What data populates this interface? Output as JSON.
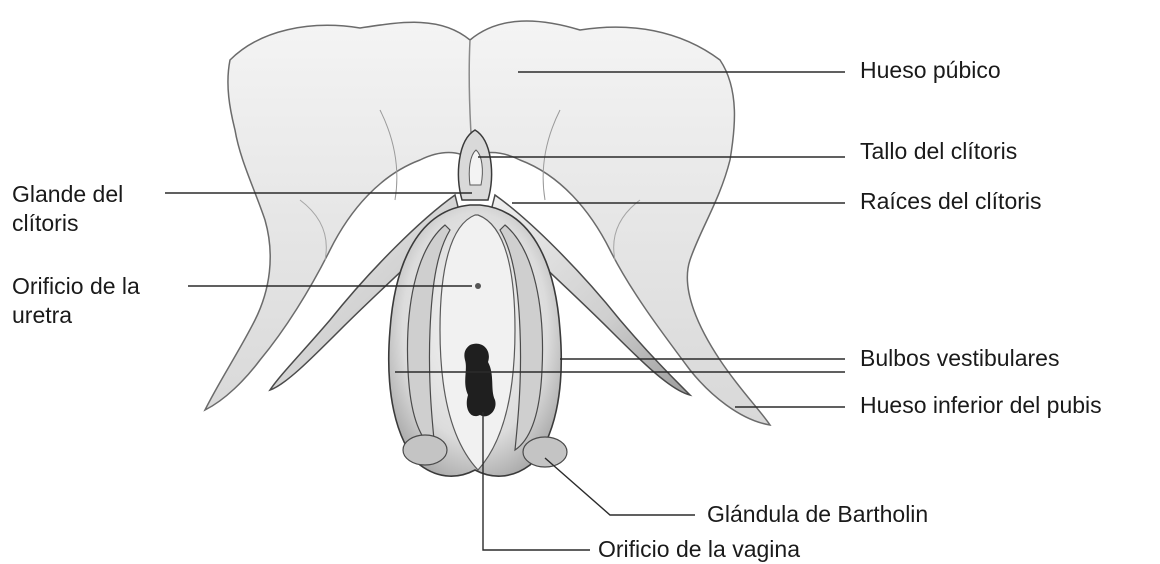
{
  "labels": {
    "hueso_pubico": "Hueso púbico",
    "tallo_clitoris": "Tallo del clítoris",
    "raices_clitoris": "Raíces del clítoris",
    "bulbos_vestibulares": "Bulbos vestibulares",
    "hueso_inferior_pubis": "Hueso inferior del pubis",
    "glandula_bartholin": "Glándula de Bartholin",
    "orificio_vagina": "Orificio de la vagina",
    "glande_clitoris_1": "Glande del",
    "glande_clitoris_2": "clítoris",
    "orificio_uretra_1": "Orificio de la",
    "orificio_uretra_2": "uretra"
  },
  "colors": {
    "line": "#2b2b2b",
    "tissue": "#e6e6e6",
    "tissue_dark": "#bdbdbd",
    "outline": "#3a3a3a",
    "cavity": "#1f1f1f"
  }
}
